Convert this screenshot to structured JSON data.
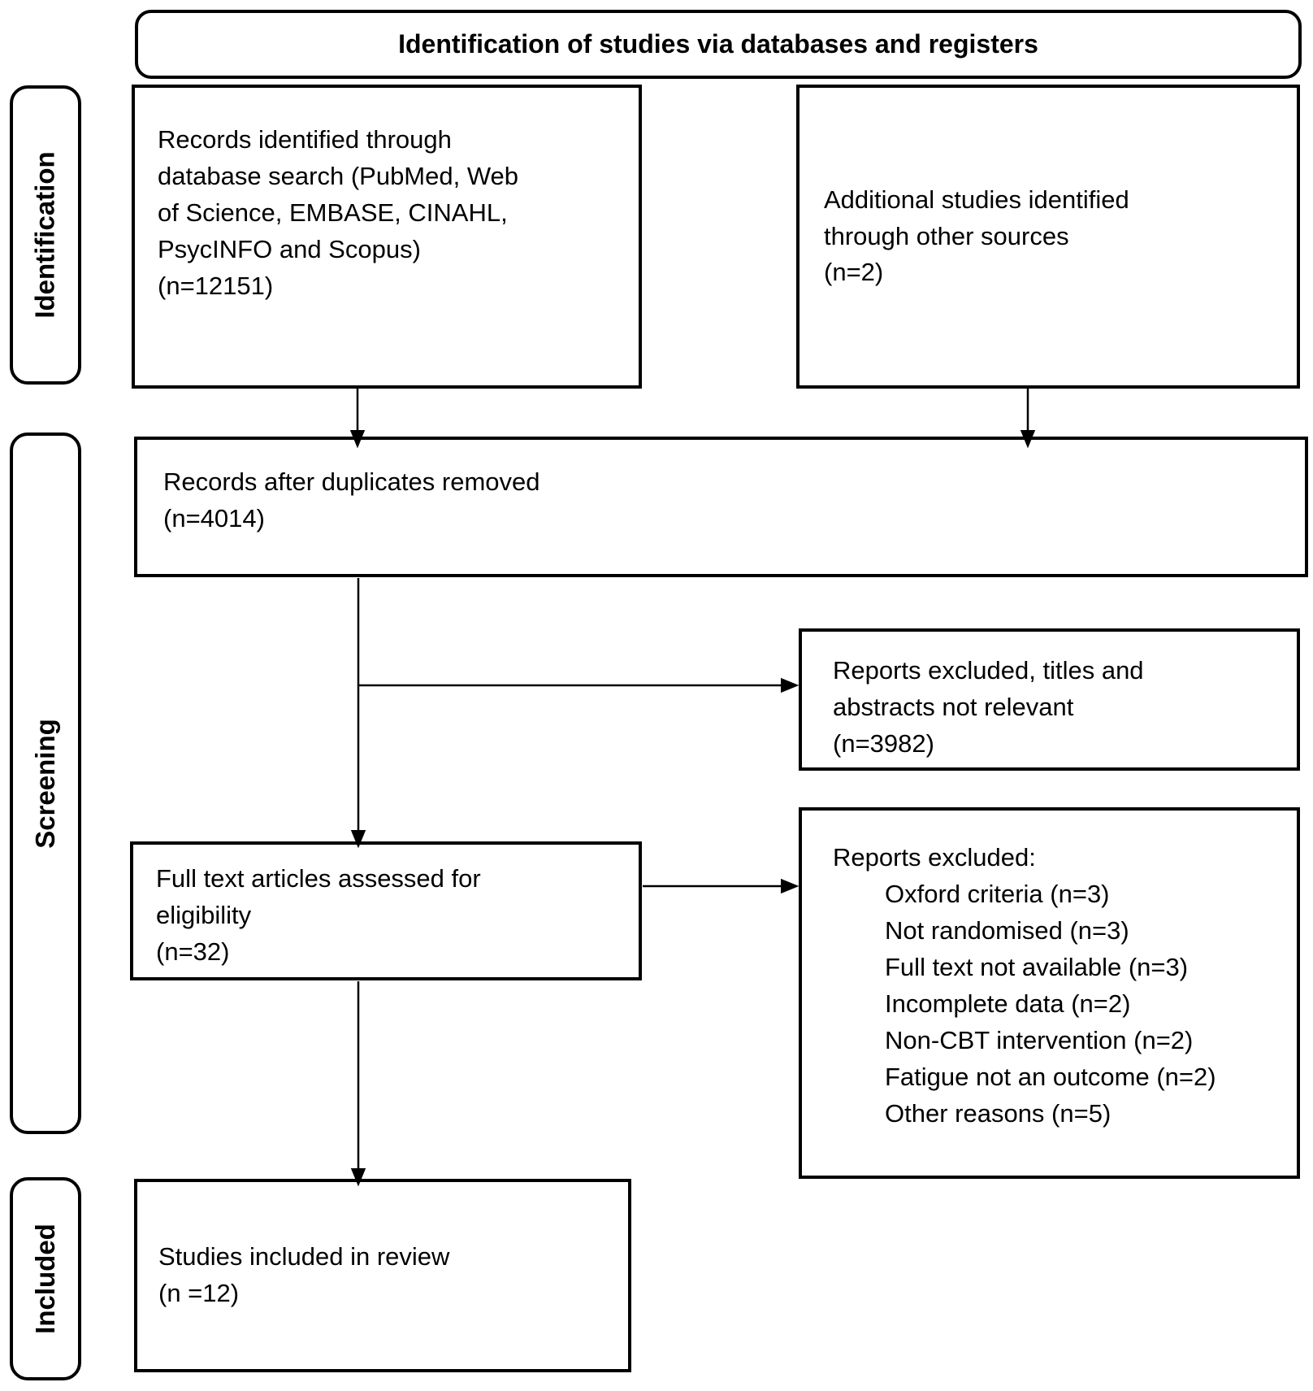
{
  "title": "Identification of studies via databases and registers",
  "side_labels": {
    "identification": "Identification",
    "screening": "Screening",
    "included": "Included"
  },
  "boxes": {
    "records_identified": "Records identified through\ndatabase search (PubMed, Web\nof Science, EMBASE, CINAHL,\nPsycINFO and Scopus)\n(n=12151)",
    "additional_studies": "Additional studies identified\nthrough other sources\n(n=2)",
    "after_duplicates": "Records after duplicates removed\n(n=4014)",
    "titles_abstracts_excluded": "Reports excluded, titles and\nabstracts not relevant\n(n=3982)",
    "full_text_assessed": "Full text articles assessed for\neligibility\n(n=32)",
    "reports_excluded_heading": "Reports excluded:",
    "reports_excluded_items": [
      "Oxford criteria (n=3)",
      "Not randomised (n=3)",
      "Full text not available (n=3)",
      "Incomplete data (n=2)",
      "Non-CBT intervention (n=2)",
      "Fatigue not an outcome (n=2)",
      "Other reasons (n=5)"
    ],
    "studies_included": "Studies included in review\n(n =12)"
  }
}
